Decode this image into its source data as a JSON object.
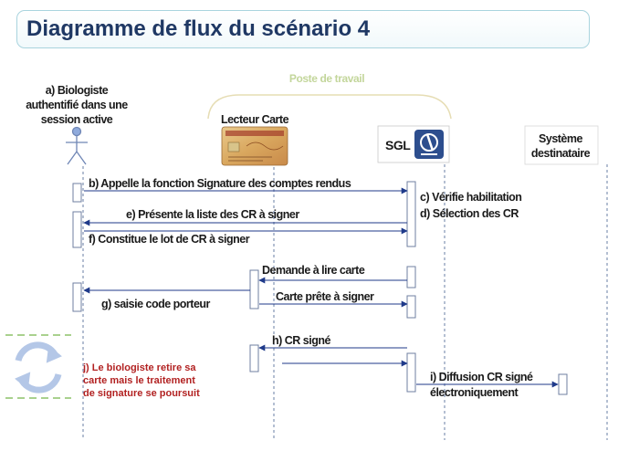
{
  "title": "Diagramme de flux du scénario 4",
  "group_label": "Poste de travail",
  "actors": {
    "biologist": [
      "a) Biologiste",
      "authentifié dans une",
      "session active"
    ],
    "card_reader": "Lecteur Carte",
    "sgl": "SGL",
    "destination": [
      "Système",
      "destinataire"
    ]
  },
  "messages": {
    "b": "b) Appelle la fonction Signature des comptes rendus",
    "c": "c) Vérifie habilitation",
    "d": "d) Sélection des CR",
    "e": "e) Présente la liste des CR à signer",
    "f": "f) Constitue le lot de CR à signer",
    "read_card": "Demande à lire carte",
    "g": "g) saisie code porteur",
    "card_ready": "Carte prête à signer",
    "h": "h) CR signé",
    "j": [
      "j) Le biologiste retire sa",
      "carte mais le traitement",
      "de signature se poursuit"
    ],
    "i": [
      "i) Diffusion CR signé",
      "électroniquement"
    ]
  },
  "colors": {
    "title": "#1f3864",
    "arrows": "#1f3a8a",
    "note": "#b22222",
    "group": "#c3d69b",
    "loop": "#b4c7e7"
  },
  "icons": [
    "person-icon",
    "smart-card-icon",
    "microscope-logo-icon",
    "cycle-icon"
  ]
}
